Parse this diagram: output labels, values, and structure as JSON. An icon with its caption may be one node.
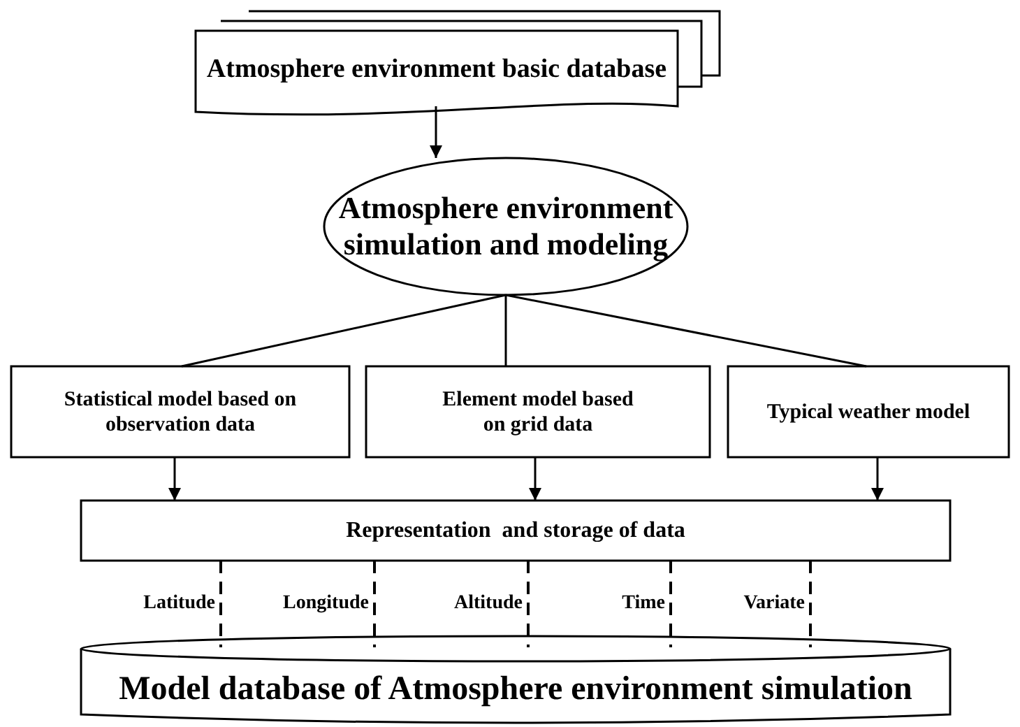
{
  "diagram": {
    "nodes": [
      {
        "text": [
          "Atmosphere environment basic database"
        ]
      },
      {
        "text": [
          "Atmosphere environment simulation and modeling"
        ]
      },
      {
        "text": [
          "Statistical model based on observation data"
        ]
      },
      {
        "text": [
          "Element model based on grid data"
        ]
      },
      {
        "text": [
          "Typical weather model"
        ]
      },
      {
        "text": [
          "Representation  and storage of data"
        ]
      },
      {
        "text": [
          "Model database of Atmosphere environment simulation"
        ]
      }
    ],
    "edges": [
      {
        "from": 0,
        "to": 1,
        "arrow": "to"
      },
      {
        "from": 1,
        "to": 2,
        "arrow": "none"
      },
      {
        "from": 1,
        "to": 3,
        "arrow": "none"
      },
      {
        "from": 1,
        "to": 4,
        "arrow": "none"
      },
      {
        "from": 2,
        "to": 5,
        "arrow": "to"
      },
      {
        "from": 3,
        "to": 5,
        "arrow": "to"
      },
      {
        "from": 4,
        "to": 5,
        "arrow": "to"
      },
      {
        "from": 5,
        "to": 6,
        "arrow": "none",
        "style": "dashed",
        "label": "Latitude"
      },
      {
        "from": 5,
        "to": 6,
        "arrow": "none",
        "style": "dashed",
        "label": "Longitude"
      },
      {
        "from": 5,
        "to": 6,
        "arrow": "none",
        "style": "dashed",
        "label": "Altitude"
      },
      {
        "from": 5,
        "to": 6,
        "arrow": "none",
        "style": "dashed",
        "label": "Time"
      },
      {
        "from": 5,
        "to": 6,
        "arrow": "none",
        "style": "dashed",
        "label": "Variate"
      }
    ]
  }
}
